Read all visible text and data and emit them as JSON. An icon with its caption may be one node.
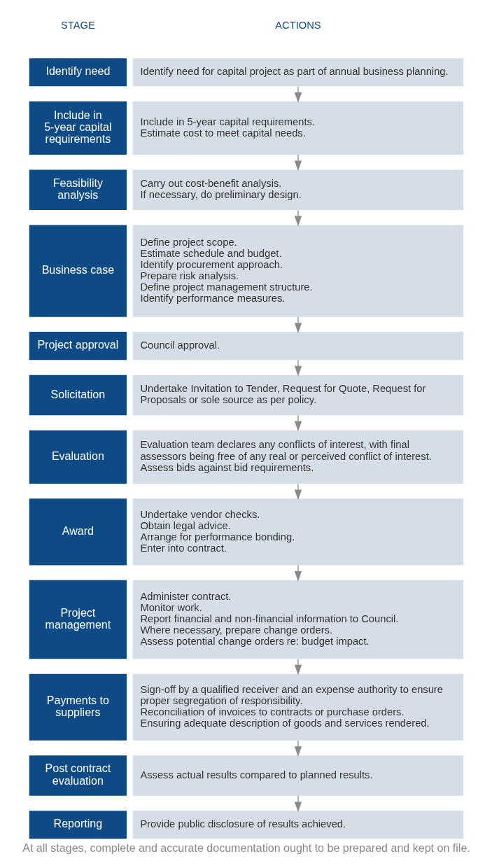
{
  "diagram": {
    "caption": "At all stages, complete and accurate documentation ought to be prepared and kept on file.",
    "nodes": [
      {
        "text": [
          "Identify need"
        ]
      },
      {
        "text": [
          "Identify need for capital project as part of annual business planning."
        ]
      },
      {
        "text": [
          "Include in 5-year capital requirements"
        ]
      },
      {
        "text": [
          "Include in 5-year capital requirements.",
          "Estimate cost to meet capital needs."
        ]
      },
      {
        "text": [
          "Feasibility analysis"
        ]
      },
      {
        "text": [
          "Carry out cost-benefit analysis.",
          "If necessary, do preliminary design."
        ]
      },
      {
        "text": [
          "Business case"
        ]
      },
      {
        "text": [
          "Define project scope.",
          "Estimate schedule and budget.",
          "Identify procurement approach.",
          "Prepare risk analysis.",
          "Define project management structure.",
          "Identify performance measures."
        ]
      },
      {
        "text": [
          "Project approval"
        ]
      },
      {
        "text": [
          "Council approval."
        ]
      },
      {
        "text": [
          "Solicitation"
        ]
      },
      {
        "text": [
          "Undertake Invitation to Tender, Request for Quote, Request for Proposals or sole source as per policy."
        ]
      },
      {
        "text": [
          "Evaluation"
        ]
      },
      {
        "text": [
          "Evaluation team declares any conflicts of interest, with final assessors being free of any real or perceived conflict of interest.",
          "Assess bids against bid requirements."
        ]
      },
      {
        "text": [
          "Award"
        ]
      },
      {
        "text": [
          "Undertake vendor checks.",
          "Obtain legal advice.",
          "Arrange for performance bonding.",
          "Enter into contract."
        ]
      },
      {
        "text": [
          "Project management"
        ]
      },
      {
        "text": [
          "Administer contract.",
          "Monitor work.",
          "Report financial and non-financial information to Council.",
          "Where necessary, prepare change orders.",
          "Assess potential change orders re: budget impact."
        ]
      },
      {
        "text": [
          "Payments to suppliers"
        ]
      },
      {
        "text": [
          "Sign-off by a qualified receiver and an expense authority to ensure proper segregation of responsibility.",
          "Reconciliation of invoices to contracts or purchase orders.",
          "Ensuring adequate description of goods and services rendered."
        ]
      },
      {
        "text": [
          "Post contract evaluation"
        ]
      },
      {
        "text": [
          "Assess actual results compared to planned results."
        ]
      },
      {
        "text": [
          "Reporting"
        ]
      },
      {
        "text": [
          "Provide public disclosure of results achieved."
        ]
      }
    ],
    "edges": [
      {
        "from": 1,
        "to": 3,
        "arrow": "to"
      },
      {
        "from": 3,
        "to": 5,
        "arrow": "to"
      },
      {
        "from": 5,
        "to": 7,
        "arrow": "to"
      },
      {
        "from": 7,
        "to": 9,
        "arrow": "to"
      },
      {
        "from": 9,
        "to": 11,
        "arrow": "to"
      },
      {
        "from": 11,
        "to": 13,
        "arrow": "to"
      },
      {
        "from": 13,
        "to": 15,
        "arrow": "to"
      },
      {
        "from": 15,
        "to": 17,
        "arrow": "to"
      },
      {
        "from": 17,
        "to": 19,
        "arrow": "to"
      },
      {
        "from": 19,
        "to": 21,
        "arrow": "to"
      },
      {
        "from": 21,
        "to": 23,
        "arrow": "to"
      }
    ],
    "labels": [
      "STAGE",
      "ACTIONS"
    ]
  }
}
